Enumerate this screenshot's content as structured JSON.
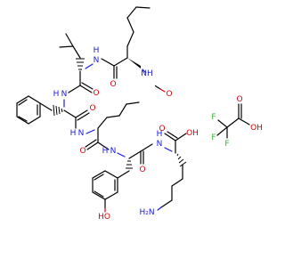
{
  "image": {
    "background": "#ffffff",
    "colors": {
      "carbon_bond": "#000000",
      "oxygen": "#e0000b",
      "nitrogen": "#1a1ae6",
      "fluorine": "#33b233"
    }
  },
  "peptide": {
    "labels": {
      "formyl_o": "O",
      "formyl_nh": "NH",
      "nle1_nh": "N",
      "nle1_h": "H",
      "nle1_co": "O",
      "leu_nh": "N",
      "leu_h": "H",
      "leu_co": "O",
      "phe_nh": "N",
      "phe_h": "H",
      "phe_co": "O",
      "nle2_nh": "N",
      "nle2_h": "H",
      "nle2_co": "O",
      "tyr_nh": "N",
      "tyr_h": "H",
      "tyr_co": "O",
      "tyr_oh": "HO",
      "lys_nh": "N",
      "lys_h": "H",
      "lys_co": "O",
      "lys_oh": "OH",
      "lys_nh2": "H₂N"
    }
  },
  "tfa": {
    "labels": {
      "f1": "F",
      "f2": "F",
      "f3": "F",
      "co": "O",
      "oh": "OH"
    }
  }
}
